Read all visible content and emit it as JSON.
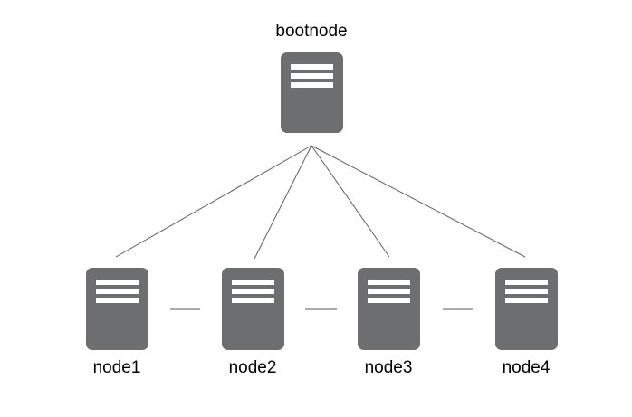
{
  "diagram": {
    "type": "network-topology",
    "background": "#ffffff",
    "nodes": {
      "bootnode": {
        "label": "bootnode",
        "icon": "server-icon"
      },
      "node1": {
        "label": "node1",
        "icon": "server-icon"
      },
      "node2": {
        "label": "node2",
        "icon": "server-icon"
      },
      "node3": {
        "label": "node3",
        "icon": "server-icon"
      },
      "node4": {
        "label": "node4",
        "icon": "server-icon"
      }
    },
    "edges": [
      {
        "from": "bootnode",
        "to": "node1",
        "style": "thin-solid-line"
      },
      {
        "from": "bootnode",
        "to": "node2",
        "style": "thin-solid-line"
      },
      {
        "from": "bootnode",
        "to": "node3",
        "style": "thin-solid-line"
      },
      {
        "from": "bootnode",
        "to": "node4",
        "style": "thin-solid-line"
      },
      {
        "from": "node1",
        "to": "node2",
        "style": "short-connector"
      },
      {
        "from": "node2",
        "to": "node3",
        "style": "short-connector"
      },
      {
        "from": "node3",
        "to": "node4",
        "style": "short-connector"
      }
    ],
    "colors": {
      "server_fill": "#6d6e70",
      "server_stripes": "#ffffff",
      "edge_line": "#606060",
      "connector_line": "#ababab",
      "label_text": "#000000"
    }
  }
}
